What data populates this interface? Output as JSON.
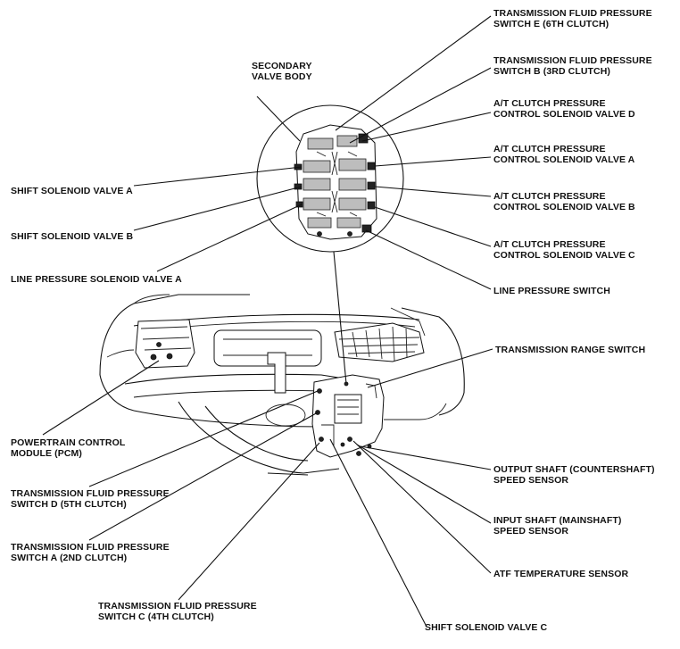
{
  "labels": {
    "tfps_e": [
      "TRANSMISSION FLUID PRESSURE",
      "SWITCH E (6TH CLUTCH)"
    ],
    "tfps_b": [
      "TRANSMISSION FLUID PRESSURE",
      "SWITCH B (3RD CLUTCH)"
    ],
    "secondary_valve_body": [
      "SECONDARY",
      "VALVE BODY"
    ],
    "atcp_d": [
      "A/T CLUTCH PRESSURE",
      "CONTROL SOLENOID VALVE D"
    ],
    "atcp_a": [
      "A/T CLUTCH PRESSURE",
      "CONTROL SOLENOID VALVE A"
    ],
    "shift_sv_a": [
      "SHIFT SOLENOID VALVE A"
    ],
    "atcp_b": [
      "A/T CLUTCH PRESSURE",
      "CONTROL SOLENOID VALVE B"
    ],
    "shift_sv_b": [
      "SHIFT SOLENOID VALVE B"
    ],
    "atcp_c": [
      "A/T CLUTCH PRESSURE",
      "CONTROL SOLENOID VALVE C"
    ],
    "line_psv_a": [
      "LINE PRESSURE SOLENOID VALVE A"
    ],
    "line_pressure_switch": [
      "LINE PRESSURE SWITCH"
    ],
    "trans_range_switch": [
      "TRANSMISSION RANGE SWITCH"
    ],
    "pcm": [
      "POWERTRAIN CONTROL",
      "MODULE (PCM)"
    ],
    "output_shaft": [
      "OUTPUT SHAFT (COUNTERSHAFT)",
      "SPEED SENSOR"
    ],
    "tfps_d": [
      "TRANSMISSION FLUID PRESSURE",
      "SWITCH D (5TH CLUTCH)"
    ],
    "input_shaft": [
      "INPUT SHAFT (MAINSHAFT)",
      "SPEED SENSOR"
    ],
    "tfps_a": [
      "TRANSMISSION FLUID PRESSURE",
      "SWITCH A (2ND CLUTCH)"
    ],
    "atf_temp": [
      "ATF TEMPERATURE SENSOR"
    ],
    "tfps_c": [
      "TRANSMISSION FLUID PRESSURE",
      "SWITCH C (4TH CLUTCH)"
    ],
    "shift_sv_c": [
      "SHIFT SOLENOID VALVE C"
    ]
  }
}
